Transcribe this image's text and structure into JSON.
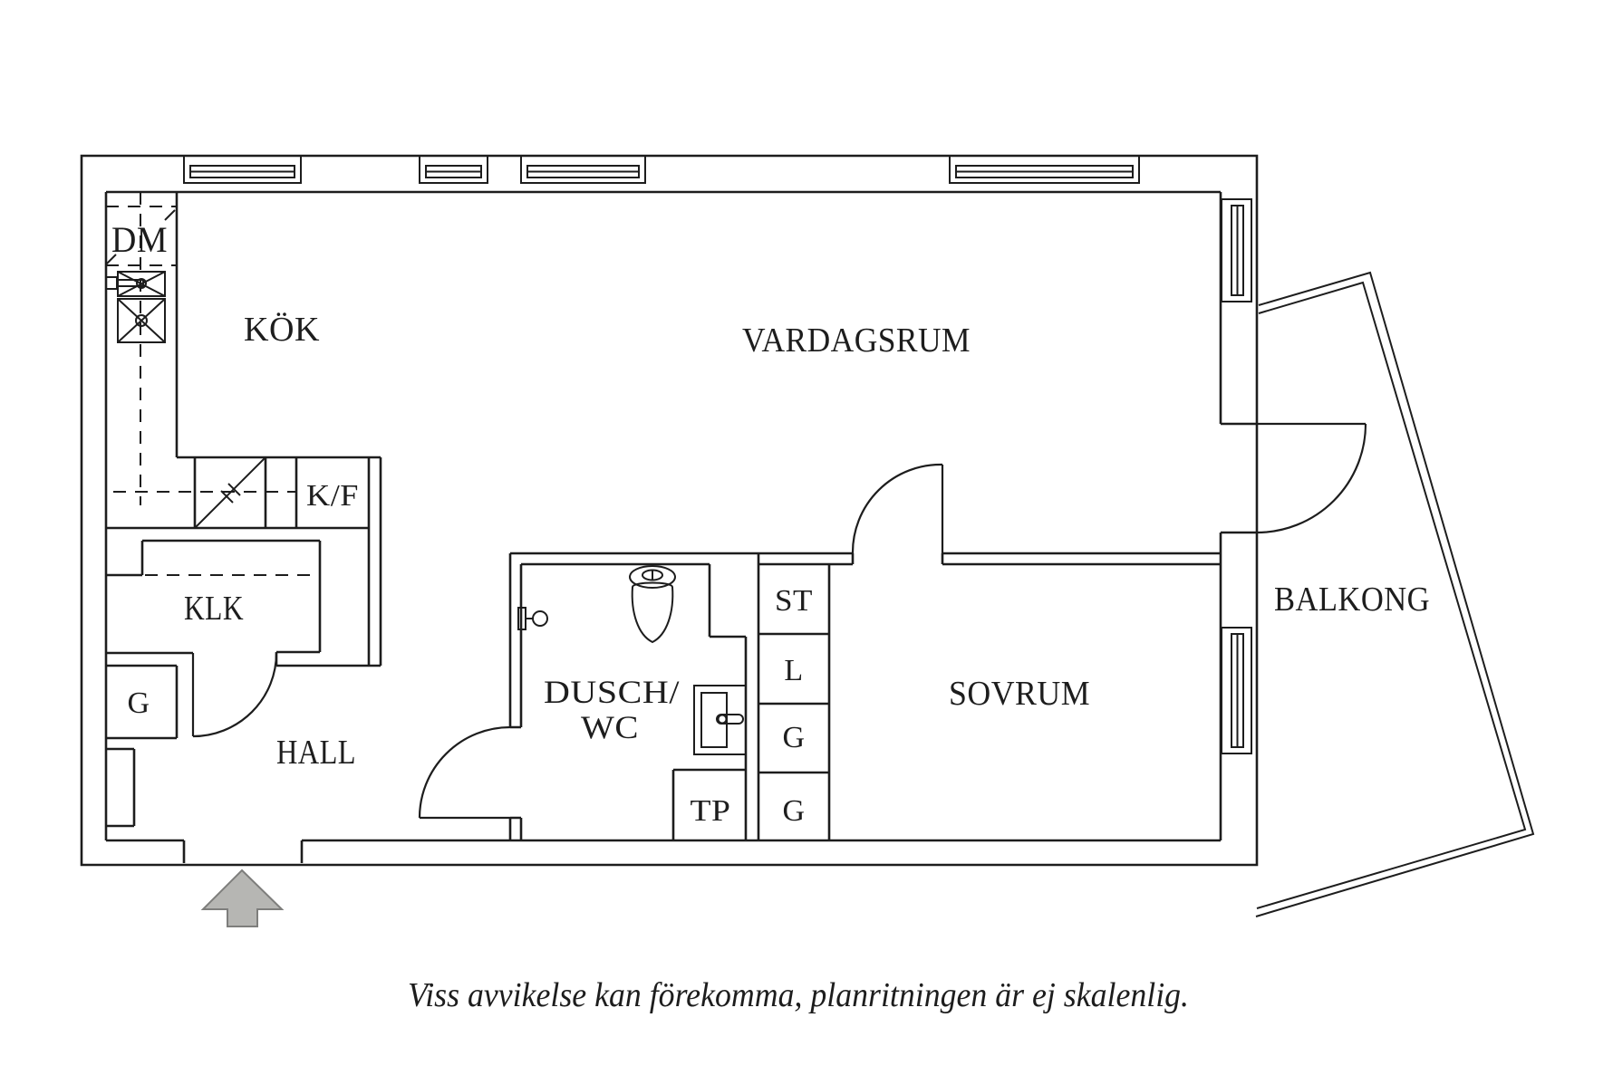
{
  "colors": {
    "line": "#1d1d1d",
    "arrow_fill": "#b6b6b3",
    "arrow_stroke": "#7e7e7c",
    "background": "#ffffff"
  },
  "labels": {
    "dm": "DM",
    "kok": "KÖK",
    "vardagsrum": "VARDAGSRUM",
    "kf": "K/F",
    "klk": "KLK",
    "g_hall": "G",
    "hall": "HALL",
    "dusch_line1": "DUSCH/",
    "dusch_line2": "WC",
    "tp": "TP",
    "st": "ST",
    "l": "L",
    "g1": "G",
    "g2": "G",
    "sovrum": "SOVRUM",
    "balkong": "BALKONG"
  },
  "disclaimer": "Viss avvikelse kan förekomma, planritningen är ej skalenlig."
}
